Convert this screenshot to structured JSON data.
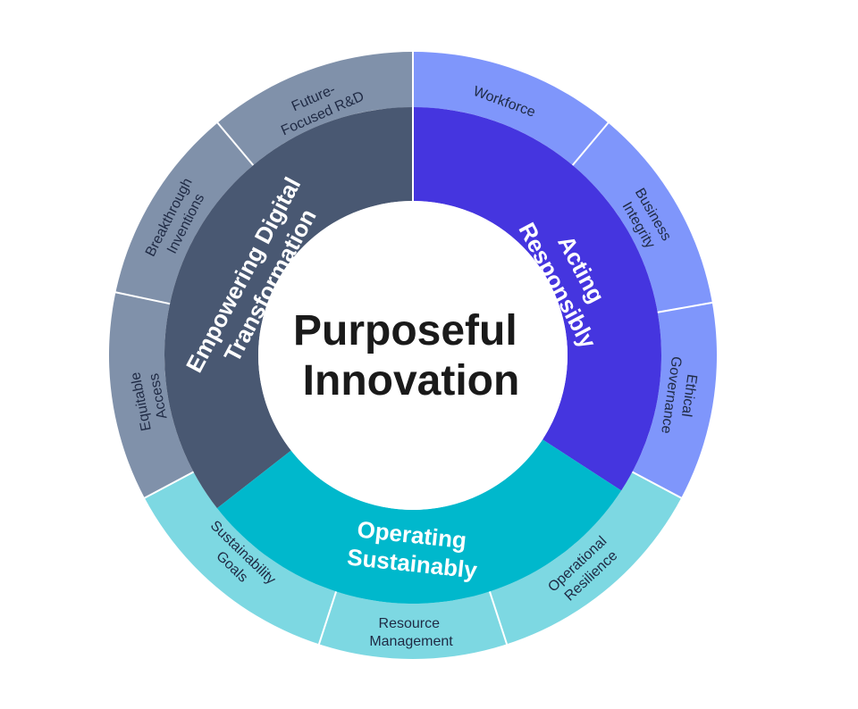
{
  "center": {
    "title_line1": "Purposeful",
    "title_line2": "Innovation"
  },
  "pillars": [
    {
      "key": "digital",
      "line1": "Empowering Digital",
      "line2": "Transformation",
      "inner_color": "#495872",
      "outer_color": "#8091aa",
      "subs": [
        {
          "line1": "Future-",
          "line2": "Focused R&D"
        },
        {
          "line1": "Breakthrough",
          "line2": "Inventions"
        },
        {
          "line1": "Equitable",
          "line2": "Access"
        }
      ]
    },
    {
      "key": "responsibly",
      "line1": "Acting",
      "line2": "Responsibly",
      "inner_color": "#4535df",
      "outer_color": "#7f96fb",
      "subs": [
        {
          "line1": "Workforce",
          "line2": ""
        },
        {
          "line1": "Business",
          "line2": "Integrity"
        },
        {
          "line1": "Ethical",
          "line2": "Governance"
        }
      ]
    },
    {
      "key": "sustainably",
      "line1": "Operating",
      "line2": "Sustainably",
      "inner_color": "#00b8cc",
      "outer_color": "#7dd8e2",
      "subs": [
        {
          "line1": "Operational",
          "line2": "Resilience"
        },
        {
          "line1": "Resource",
          "line2": "Management"
        },
        {
          "line1": "Sustainability",
          "line2": "Goals"
        }
      ]
    }
  ]
}
